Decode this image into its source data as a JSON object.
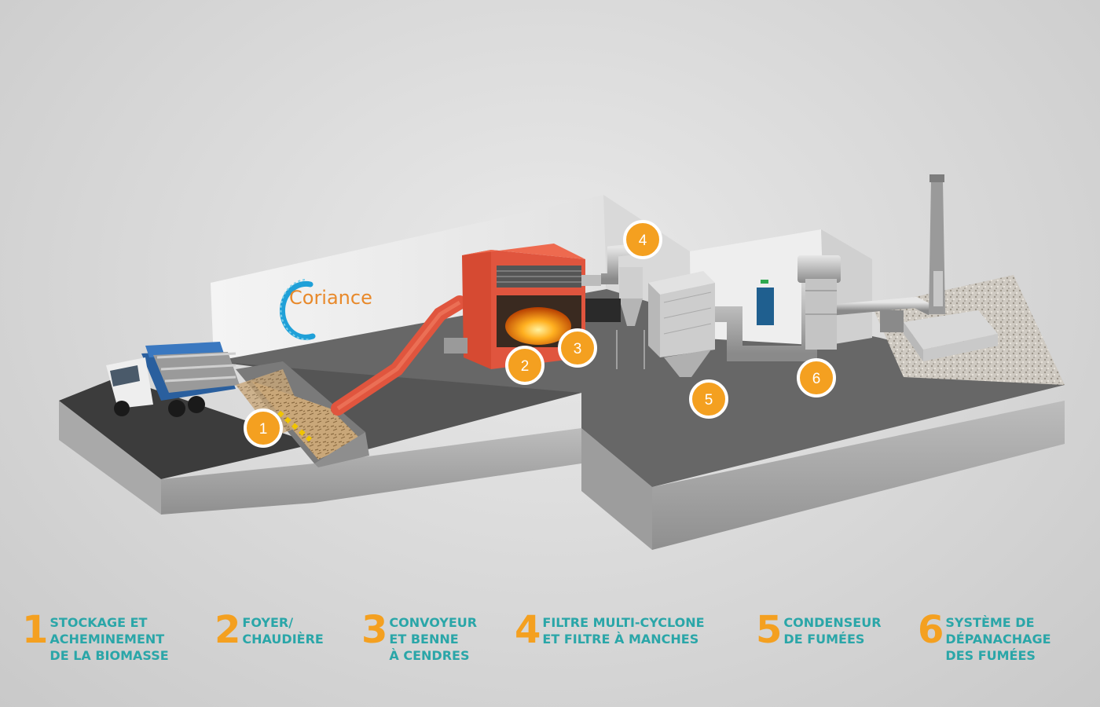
{
  "logo": {
    "text": "Coriance"
  },
  "markers": [
    "1",
    "2",
    "3",
    "4",
    "5",
    "6"
  ],
  "legend": [
    {
      "number": "1",
      "lines": [
        "STOCKAGE ET",
        "ACHEMINEMENT",
        "DE LA BIOMASSE"
      ]
    },
    {
      "number": "2",
      "lines": [
        "FOYER/",
        "CHAUDIÈRE"
      ]
    },
    {
      "number": "3",
      "lines": [
        "CONVOYEUR",
        "ET BENNE",
        "À CENDRES"
      ]
    },
    {
      "number": "4",
      "lines": [
        "FILTRE MULTI-CYCLONE",
        "ET FILTRE À MANCHES"
      ]
    },
    {
      "number": "5",
      "lines": [
        "CONDENSEUR",
        "DE FUMÉES"
      ]
    },
    {
      "number": "6",
      "lines": [
        "SYSTÈME DE",
        "DÉPANACHAGE",
        "DES FUMÉES"
      ]
    }
  ],
  "colors": {
    "accent": "#f4a020",
    "label": "#2aa6a8",
    "boiler": "#e0553e",
    "conveyor": "#e0553e"
  }
}
